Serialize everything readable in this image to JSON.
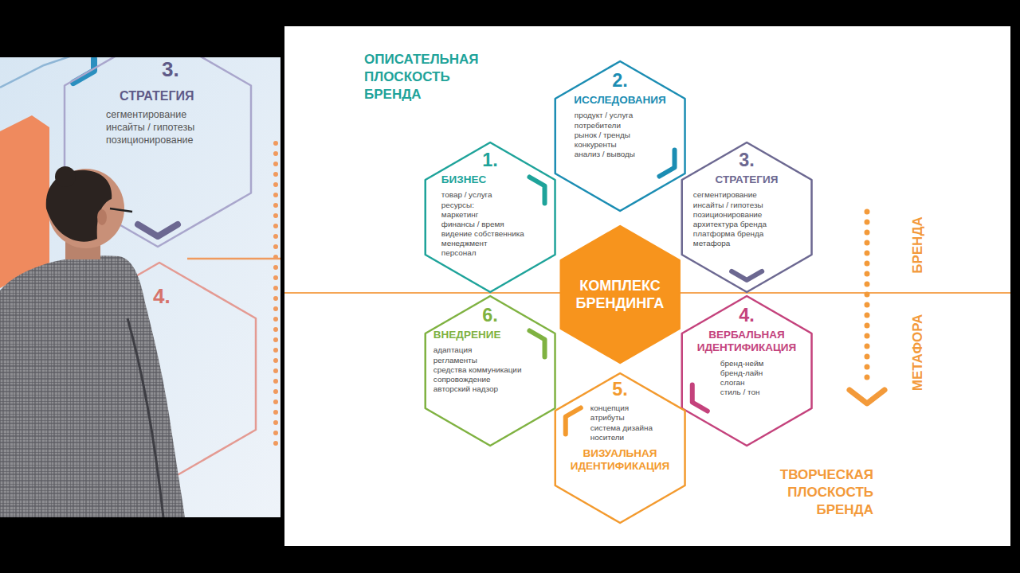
{
  "diagram": {
    "nodes": [
      {
        "text": [
          "1.",
          "БИЗНЕС",
          "товар / услуга",
          "ресурсы:",
          "маркетинг",
          "финансы / время",
          "видение собственника",
          "менеджмент",
          "персонал"
        ]
      },
      {
        "text": [
          "2.",
          "ИССЛЕДОВАНИЯ",
          "продукт / услуга",
          "потребители",
          "рынок / тренды",
          "конкуренты",
          "анализ / выводы"
        ]
      },
      {
        "text": [
          "3.",
          "СТРАТЕГИЯ",
          "сегментирование",
          "инсайты / гипотезы",
          "позиционирование",
          "архитектура бренда",
          "платформа бренда",
          "метафора"
        ]
      },
      {
        "text": [
          "4.",
          "ВЕРБАЛЬНАЯ ИДЕНТИФИКАЦИЯ",
          "бренд-нейм",
          "бренд-лайн",
          "слоган",
          "стиль / тон"
        ]
      },
      {
        "text": [
          "5.",
          "концепция",
          "атрибуты",
          "система дизайна",
          "носители",
          "ВИЗУАЛЬНАЯ ИДЕНТИФИКАЦИЯ"
        ]
      },
      {
        "text": [
          "6.",
          "ВНЕДРЕНИЕ",
          "адаптация",
          "регламенты",
          "средства коммуникации",
          "сопровождение",
          "авторский надзор"
        ]
      },
      {
        "text": [
          "КОМПЛЕКС БРЕНДИНГА"
        ]
      }
    ],
    "labels": [
      "ОПИСАТЕЛЬНАЯ ПЛОСКОСТЬ БРЕНДА",
      "БРЕНДА",
      "МЕТАФОРА",
      "ТВОРЧЕСКАЯ ПЛОСКОСТЬ БРЕНДА",
      "3.",
      "СТРАТЕГИЯ",
      "сегментирование",
      "инсайты / гипотезы",
      "позиционирование",
      "4."
    ]
  }
}
